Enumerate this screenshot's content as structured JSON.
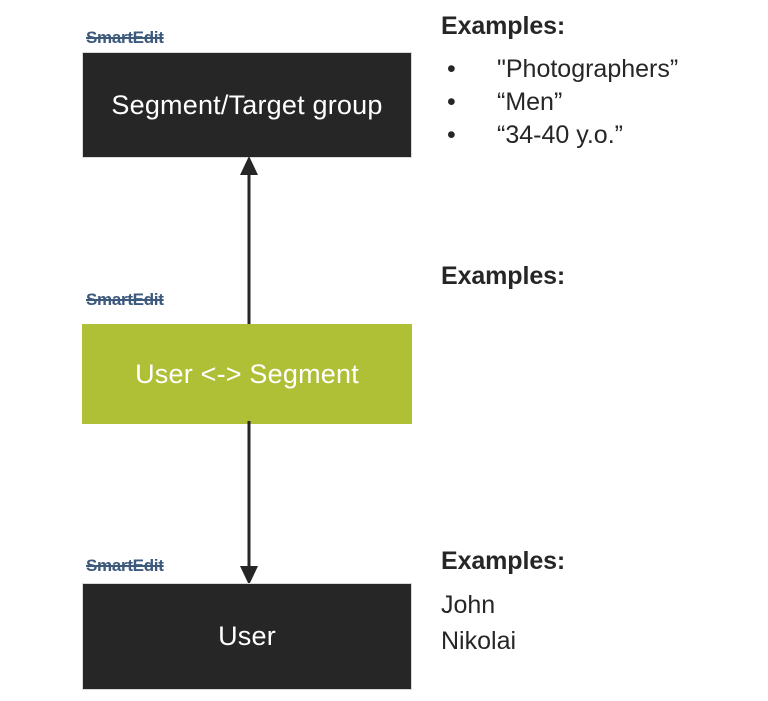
{
  "diagram": {
    "watermark_label": "SmartEdit",
    "colors": {
      "box_dark": "#262626",
      "box_green": "#afbf36",
      "watermark": "#3d5a7d",
      "background": "#ffffff",
      "text_light": "#ffffff",
      "arrow": "#262626"
    },
    "nodes": [
      {
        "id": "segment",
        "label": "Segment/Target group",
        "style": "dark"
      },
      {
        "id": "bridge",
        "label": "User <-> Segment",
        "style": "green"
      },
      {
        "id": "user",
        "label": "User",
        "style": "dark"
      }
    ],
    "connectors": [
      {
        "id": "bridge-to-segment",
        "direction": "up",
        "from": "bridge",
        "to": "segment"
      },
      {
        "id": "bridge-to-user",
        "direction": "down",
        "from": "bridge",
        "to": "user"
      }
    ]
  },
  "examples": {
    "top": {
      "title": "Examples:",
      "items": [
        "\"Photographers”",
        "“Men”",
        "“34-40 y.o.”"
      ],
      "bullet_glyph": "•"
    },
    "middle": {
      "title": "Examples:",
      "items": []
    },
    "bottom": {
      "title": "Examples:",
      "items": [
        "John",
        "Nikolai"
      ]
    }
  }
}
